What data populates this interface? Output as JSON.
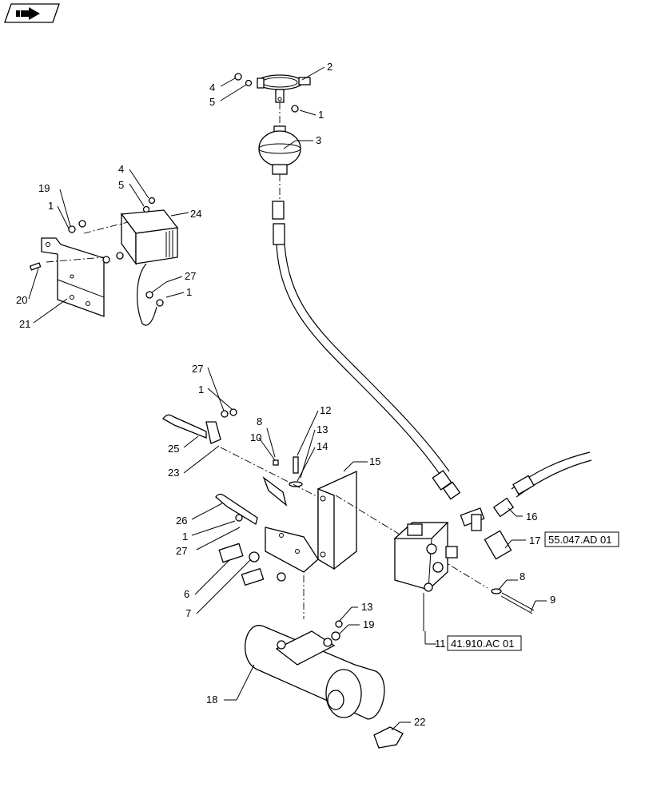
{
  "labels": {
    "l1a": "1",
    "l2": "2",
    "l3": "3",
    "l4a": "4",
    "l5a": "5",
    "l4b": "4",
    "l5b": "5",
    "l19a": "19",
    "l1b": "1",
    "l24": "24",
    "l27a": "27",
    "l1c": "1",
    "l20": "20",
    "l21": "21",
    "l27b": "27",
    "l1d": "1",
    "l8a": "8",
    "l12": "12",
    "l10": "10",
    "l13a": "13",
    "l14": "14",
    "l15": "15",
    "l25": "25",
    "l23": "23",
    "l26": "26",
    "l1e": "1",
    "l27c": "27",
    "l6": "6",
    "l7": "7",
    "l16": "16",
    "l17": "17",
    "l8b": "8",
    "l9": "9",
    "l11": "11",
    "l13b": "13",
    "l19b": "19",
    "l18": "18",
    "l22": "22"
  },
  "references": {
    "ref17": "55.047.AD 01",
    "ref11": "41.910.AC 01"
  },
  "icons": {
    "nav": "back-arrow-folder-icon"
  }
}
